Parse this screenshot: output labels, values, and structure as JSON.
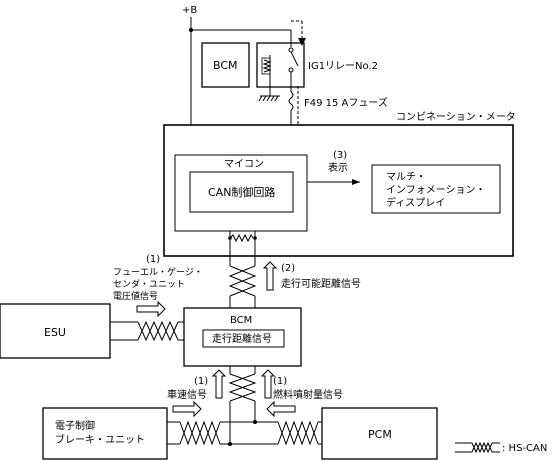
{
  "power": {
    "plus_b": "+B"
  },
  "relay": {
    "bcm_label": "BCM",
    "ig1_relay": "IG1リレーNo.2",
    "fuse": "F49 15 Aフューズ"
  },
  "meter": {
    "title": "コンビネーション・メータ",
    "micom": "マイコン",
    "can_circuit": "CAN制御回路",
    "display_num": "(3)",
    "display_label": "表示",
    "multi_info": [
      "マルチ・",
      "インフォメーション・",
      "ディスプレイ"
    ]
  },
  "signals": {
    "fuel_num": "(1)",
    "fuel_lines": [
      "フューエル・ゲージ・",
      "センダ・ユニット",
      "電圧値信号"
    ],
    "range_num": "(2)",
    "range_label": "走行可能距離信号",
    "speed_num": "(1)",
    "speed_label": "車速信号",
    "injection_num": "(1)",
    "injection_label": "燃料噴射量信号"
  },
  "units": {
    "esu": "ESU",
    "bcm": "BCM",
    "distance": "走行距離信号",
    "ebcu_lines": [
      "電子制御",
      "ブレーキ・ユニット"
    ],
    "pcm": "PCM"
  },
  "legend": {
    "hs_can": ": HS-CAN"
  }
}
